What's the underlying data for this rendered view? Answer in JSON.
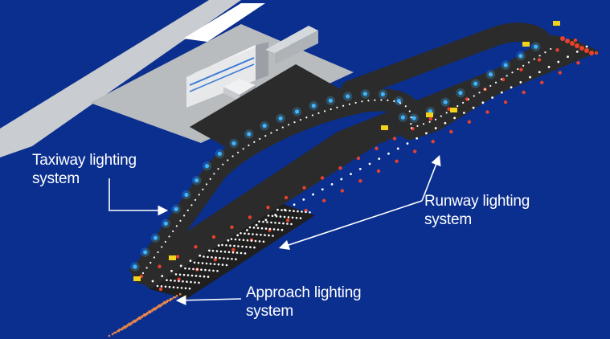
{
  "labels": {
    "taxiway": {
      "line1": "Taxiway lighting",
      "line2": "system"
    },
    "runway": {
      "line1": "Runway lighting",
      "line2": "system"
    },
    "approach": {
      "line1": "Approach lighting",
      "line2": "system"
    }
  },
  "colors": {
    "background": "#0b2f8f",
    "pavement": "#2b2b2b",
    "apron": "#b9bcbf",
    "taxiway_light": "#3fb6ff",
    "runway_edge_light": "#e8412c",
    "centerline_light": "#ffffff",
    "approach_light": "#e8874a",
    "sign": "#f2d21a",
    "label_text": "#ffffff"
  }
}
